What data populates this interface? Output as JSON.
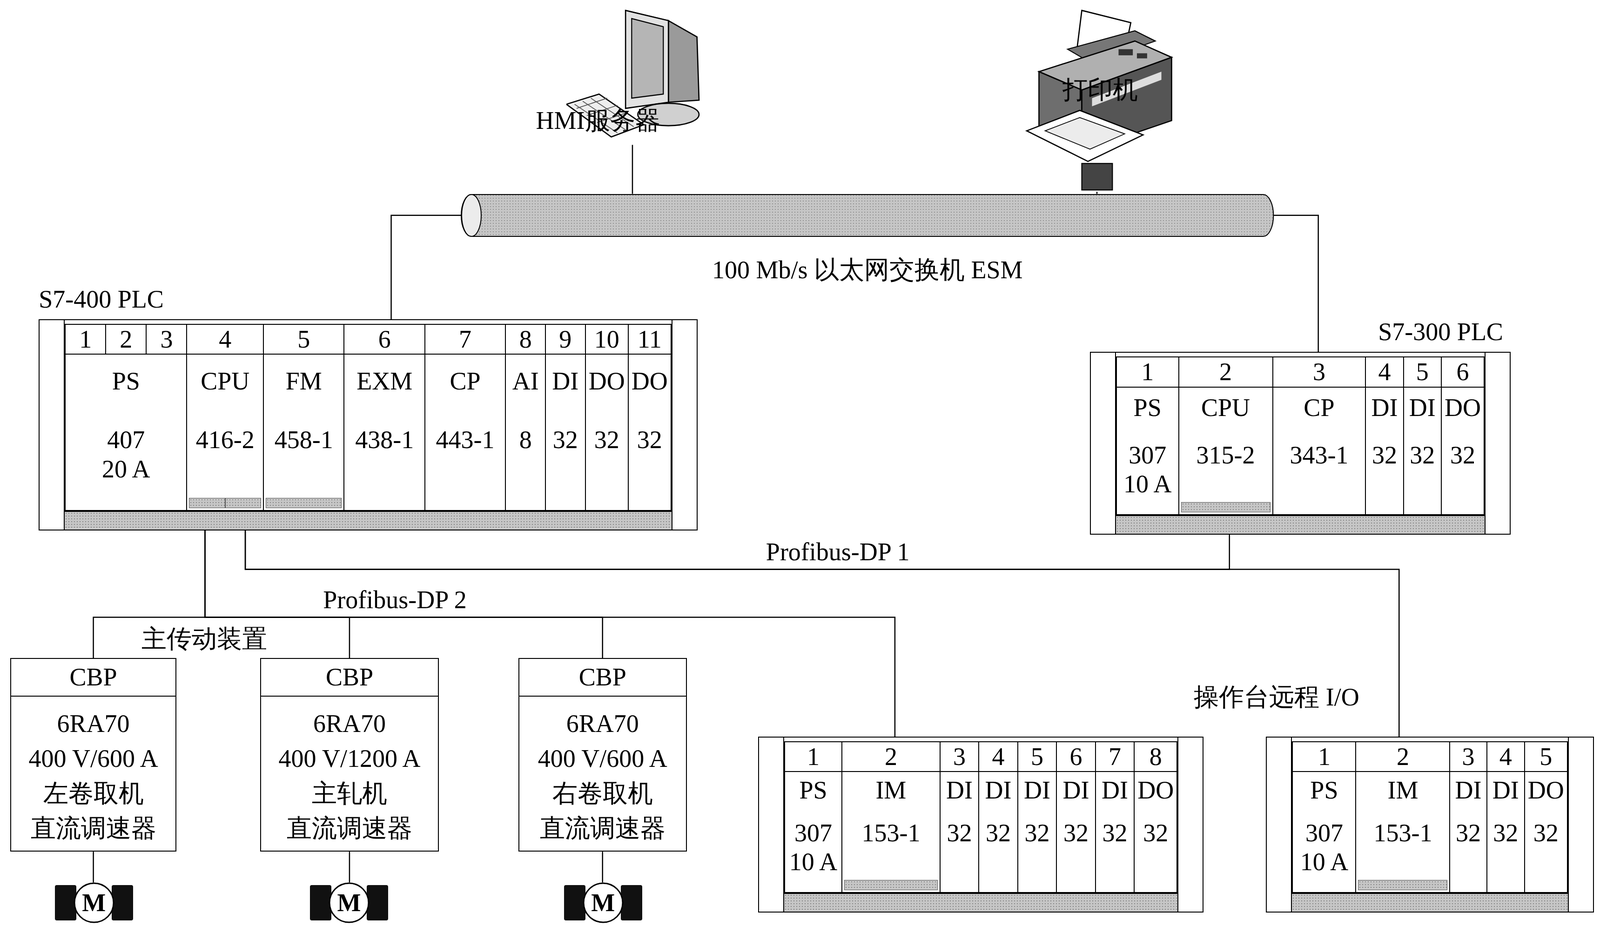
{
  "diagram": {
    "nodes": [
      {
        "text": [
          "HMI服务器"
        ]
      },
      {
        "text": [
          "打印机"
        ]
      },
      {
        "text": [
          "100 Mb/s 以太网交换机 ESM"
        ]
      },
      {
        "text": [
          "S7-400 PLC"
        ]
      },
      {
        "text": [
          "1",
          "2",
          "3",
          "PS",
          "407",
          "20 A"
        ],
        "in": 3
      },
      {
        "text": [
          "4",
          "CPU",
          "416-2"
        ],
        "in": 3
      },
      {
        "text": [
          "5",
          "FM",
          "458-1"
        ],
        "in": 3
      },
      {
        "text": [
          "6",
          "EXM",
          "438-1"
        ],
        "in": 3
      },
      {
        "text": [
          "7",
          "CP",
          "443-1"
        ],
        "in": 3
      },
      {
        "text": [
          "8",
          "AI",
          "8"
        ],
        "in": 3
      },
      {
        "text": [
          "9",
          "DI",
          "32"
        ],
        "in": 3
      },
      {
        "text": [
          "10",
          "DO",
          "32"
        ],
        "in": 3
      },
      {
        "text": [
          "11",
          "DO",
          "32"
        ],
        "in": 3
      },
      {
        "text": [
          "S7-300 PLC"
        ]
      },
      {
        "text": [
          "1",
          "PS",
          "307",
          "10 A"
        ],
        "in": 13
      },
      {
        "text": [
          "2",
          "CPU",
          "315-2"
        ],
        "in": 13
      },
      {
        "text": [
          "3",
          "CP",
          "343-1"
        ],
        "in": 13
      },
      {
        "text": [
          "4",
          "DI",
          "32"
        ],
        "in": 13
      },
      {
        "text": [
          "5",
          "DI",
          "32"
        ],
        "in": 13
      },
      {
        "text": [
          "6",
          "DO",
          "32"
        ],
        "in": 13
      },
      {
        "text": [
          "CBP",
          "6RA70",
          "400 V/600 A",
          "左卷取机",
          "直流调速器"
        ]
      },
      {
        "text": [
          "CBP",
          "6RA70",
          "400 V/1200 A",
          "主轧机",
          "直流调速器"
        ]
      },
      {
        "text": [
          "CBP",
          "6RA70",
          "400 V/600 A",
          "右卷取机",
          "直流调速器"
        ]
      },
      {
        "text": []
      },
      {
        "text": [
          "1",
          "PS",
          "307",
          "10 A"
        ],
        "in": 23
      },
      {
        "text": [
          "2",
          "IM",
          "153-1"
        ],
        "in": 23
      },
      {
        "text": [
          "3",
          "DI",
          "32"
        ],
        "in": 23
      },
      {
        "text": [
          "4",
          "DI",
          "32"
        ],
        "in": 23
      },
      {
        "text": [
          "5",
          "DI",
          "32"
        ],
        "in": 23
      },
      {
        "text": [
          "6",
          "DI",
          "32"
        ],
        "in": 23
      },
      {
        "text": [
          "7",
          "DI",
          "32"
        ],
        "in": 23
      },
      {
        "text": [
          "8",
          "DO",
          "32"
        ],
        "in": 23
      },
      {
        "text": []
      },
      {
        "text": [
          "1",
          "PS",
          "307",
          "10 A"
        ],
        "in": 32
      },
      {
        "text": [
          "2",
          "IM",
          "153-1"
        ],
        "in": 32
      },
      {
        "text": [
          "3",
          "DI",
          "32"
        ],
        "in": 32
      },
      {
        "text": [
          "4",
          "DI",
          "32"
        ],
        "in": 32
      },
      {
        "text": [
          "5",
          "DO",
          "32"
        ],
        "in": 32
      },
      {
        "text": [
          "M"
        ]
      },
      {
        "text": [
          "M"
        ]
      },
      {
        "text": [
          "M"
        ]
      }
    ],
    "edges": [
      {
        "from": 0,
        "to": 2,
        "arrow": "none"
      },
      {
        "from": 1,
        "to": 2,
        "arrow": "none"
      },
      {
        "from": 2,
        "to": 3,
        "arrow": "none"
      },
      {
        "from": 2,
        "to": 13,
        "arrow": "none"
      },
      {
        "from": 5,
        "to": 15,
        "arrow": "none",
        "label": "Profibus-DP 1"
      },
      {
        "from": 5,
        "to": 34,
        "arrow": "none"
      },
      {
        "from": 5,
        "to": 20,
        "arrow": "none",
        "label": "Profibus-DP 2"
      },
      {
        "from": 5,
        "to": 21,
        "arrow": "none"
      },
      {
        "from": 5,
        "to": 22,
        "arrow": "none"
      },
      {
        "from": 5,
        "to": 25,
        "arrow": "none"
      },
      {
        "from": 20,
        "to": 38,
        "arrow": "none"
      },
      {
        "from": 21,
        "to": 39,
        "arrow": "none"
      },
      {
        "from": 22,
        "to": 40,
        "arrow": "none"
      }
    ],
    "labels": [
      "主传动装置",
      "操作台远程 I/O"
    ]
  }
}
